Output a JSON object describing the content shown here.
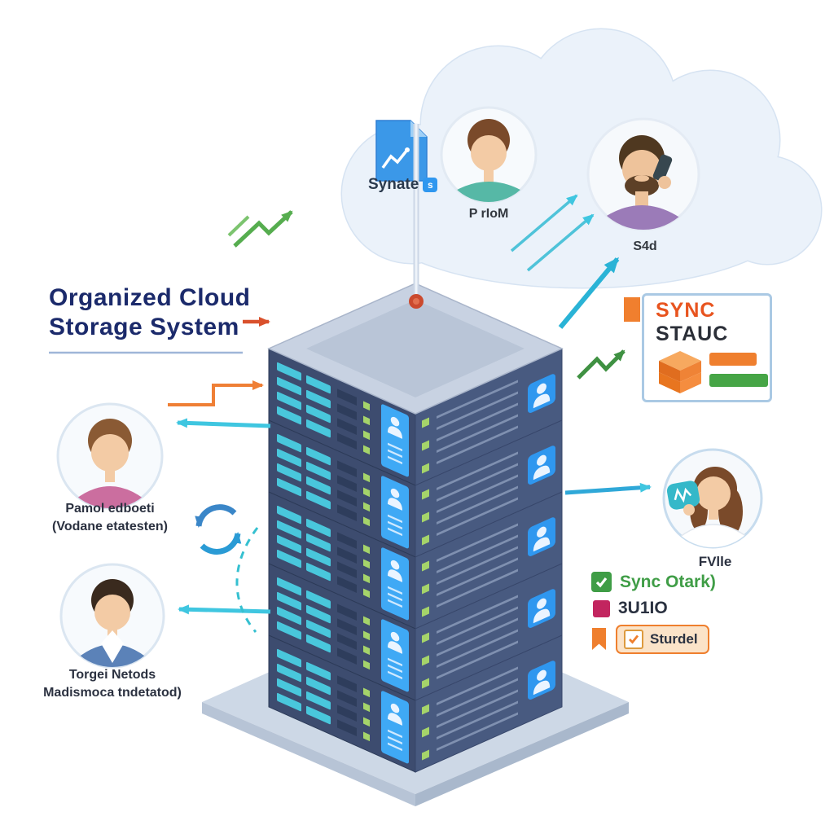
{
  "title": {
    "line1": "Organized Cloud",
    "line2": "Storage System"
  },
  "cloud": {
    "file_label": "Synate",
    "file_badge": "s",
    "avatar1_label": "P rIoM",
    "avatar2_label": "S4d"
  },
  "left_avatars": {
    "a": {
      "line1": "Pamol edboeti",
      "line2": "(Vodane etatesten)"
    },
    "b": {
      "line1": "Torgei Netods",
      "line2": "Madismoca tndetatod)"
    }
  },
  "sync_panel": {
    "line1": "SYNC",
    "line2": "STAUC"
  },
  "right_avatar": {
    "label": "FVlle"
  },
  "status_list": {
    "item1": {
      "label": "Sync Otark)"
    },
    "item2": {
      "label": "3U1IO"
    },
    "item3": {
      "label": "Sturdel"
    }
  },
  "colors": {
    "navy": "#1b2a6b",
    "teal_arrow": "#2ab3d6",
    "cyan": "#4fc3d9",
    "green": "#3f9d46",
    "orange": "#ef7f2e",
    "magenta": "#c2255f",
    "server_body": "#3d4c6f",
    "panel_blue": "#3fa9f5",
    "red_dot": "#cb4a2e"
  }
}
